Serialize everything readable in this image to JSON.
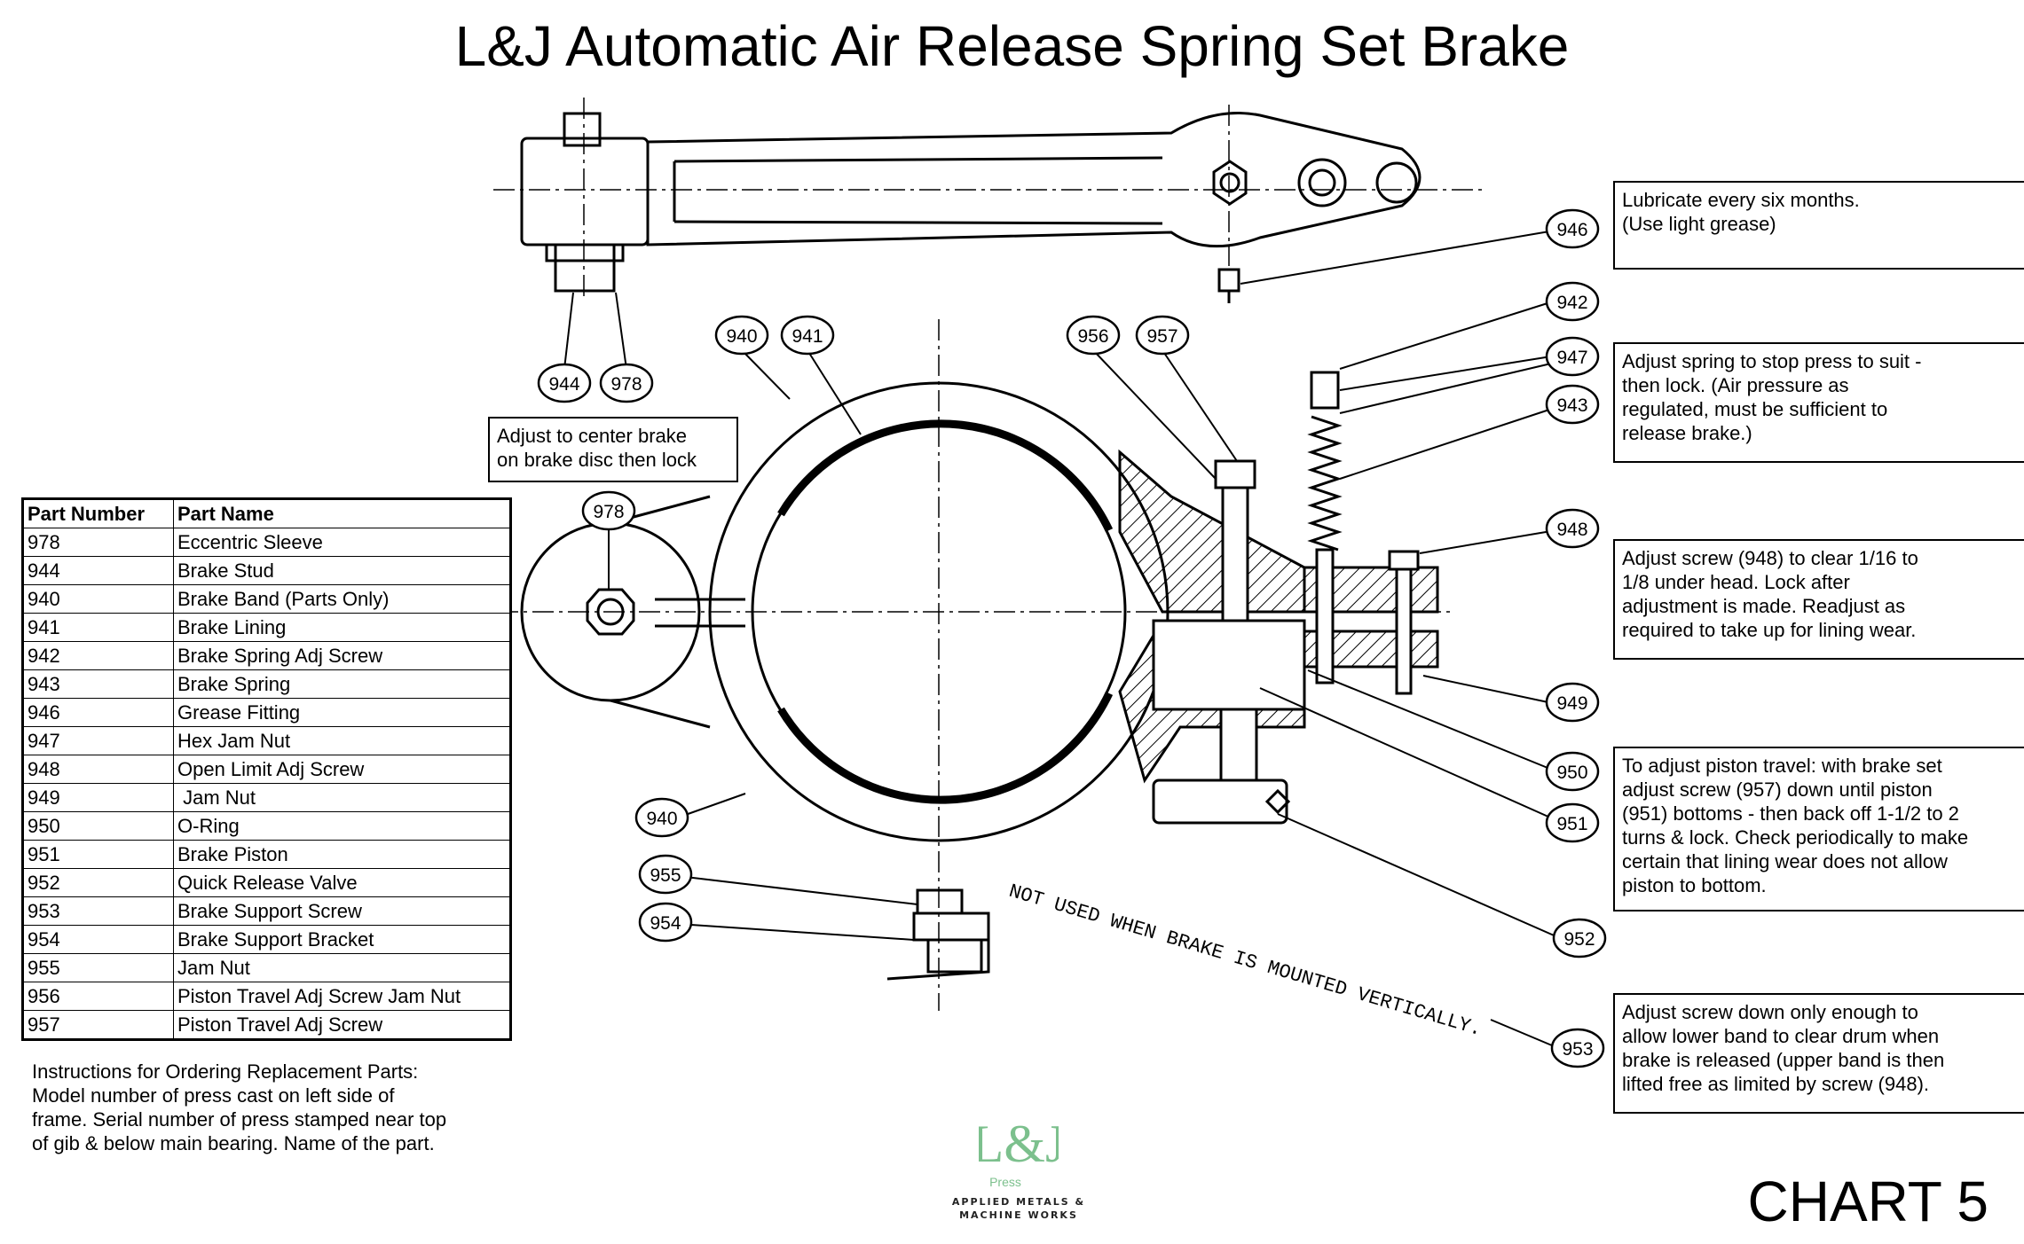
{
  "title": "L&J Automatic Air Release Spring Set Brake",
  "chart_label": "CHART 5",
  "parts_table": {
    "headers": [
      "Part Number",
      "Part Name"
    ],
    "rows": [
      [
        "978",
        "Eccentric Sleeve"
      ],
      [
        "944",
        "Brake Stud"
      ],
      [
        "940",
        "Brake Band (Parts Only)"
      ],
      [
        "941",
        "Brake Lining"
      ],
      [
        "942",
        "Brake Spring Adj Screw"
      ],
      [
        "943",
        "Brake Spring"
      ],
      [
        "946",
        "Grease Fitting"
      ],
      [
        "947",
        "Hex Jam Nut"
      ],
      [
        "948",
        "Open Limit Adj Screw"
      ],
      [
        "949",
        " Jam Nut"
      ],
      [
        "950",
        "O-Ring"
      ],
      [
        "951",
        "Brake Piston"
      ],
      [
        "952",
        "Quick Release Valve"
      ],
      [
        "953",
        "Brake Support Screw"
      ],
      [
        "954",
        "Brake Support Bracket"
      ],
      [
        "955",
        "Jam Nut"
      ],
      [
        "956",
        "Piston Travel Adj Screw Jam Nut"
      ],
      [
        "957",
        "Piston Travel Adj Screw"
      ]
    ]
  },
  "ordering_instructions": "Instructions for Ordering Replacement Parts:\nModel number of press cast on left side of\nframe. Serial number of press stamped near top\nof gib & below main bearing. Name of the part.",
  "notes": {
    "lubricate": "Lubricate every six months.\n(Use light grease)",
    "spring": "Adjust spring to stop press to suit -\nthen lock. (Air pressure as\nregulated, must be sufficient to\nrelease brake.)",
    "screw_948": "Adjust screw (948) to clear 1/16 to\n1/8 under head. Lock after\nadjustment is made. Readjust as\nrequired to take up for lining wear.",
    "piston": "To adjust piston travel: with brake set\nadjust screw (957) down until piston\n(951) bottoms - then back off 1-1/2 to 2\nturns & lock. Check periodically to make\ncertain that lining wear does not allow\npiston to bottom.",
    "support": "Adjust screw down only enough to\nallow lower band to clear drum when\nbrake is released (upper band is then\nlifted free as limited by screw (948).",
    "center": "Adjust to center brake\non brake disc then lock",
    "vertical": "NOT USED WHEN BRAKE IS MOUNTED VERTICALLY."
  },
  "callouts": {
    "c944": "944",
    "c978a": "978",
    "c978b": "978",
    "c940a": "940",
    "c941": "941",
    "c956": "956",
    "c957": "957",
    "c946": "946",
    "c942": "942",
    "c947": "947",
    "c943": "943",
    "c948": "948",
    "c949": "949",
    "c950": "950",
    "c951": "951",
    "c952": "952",
    "c953": "953",
    "c940b": "940",
    "c955": "955",
    "c954": "954"
  },
  "logo": {
    "mark": "L&J",
    "sub": "Press",
    "line1": "APPLIED METALS &",
    "line2": "MACHINE WORKS",
    "color": "#7cc08d"
  }
}
